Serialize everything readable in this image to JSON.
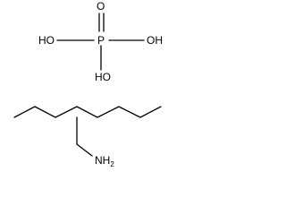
{
  "molecules": {
    "phosphoric_acid": {
      "atoms": {
        "oxygen_top": "O",
        "phosphorus": "P",
        "hydroxyl_left": "HO",
        "hydroxyl_right": "OH",
        "hydroxyl_bottom": "HO"
      }
    },
    "ethylhexylamine": {
      "amine": {
        "main": "NH",
        "subscript": "2"
      }
    }
  }
}
